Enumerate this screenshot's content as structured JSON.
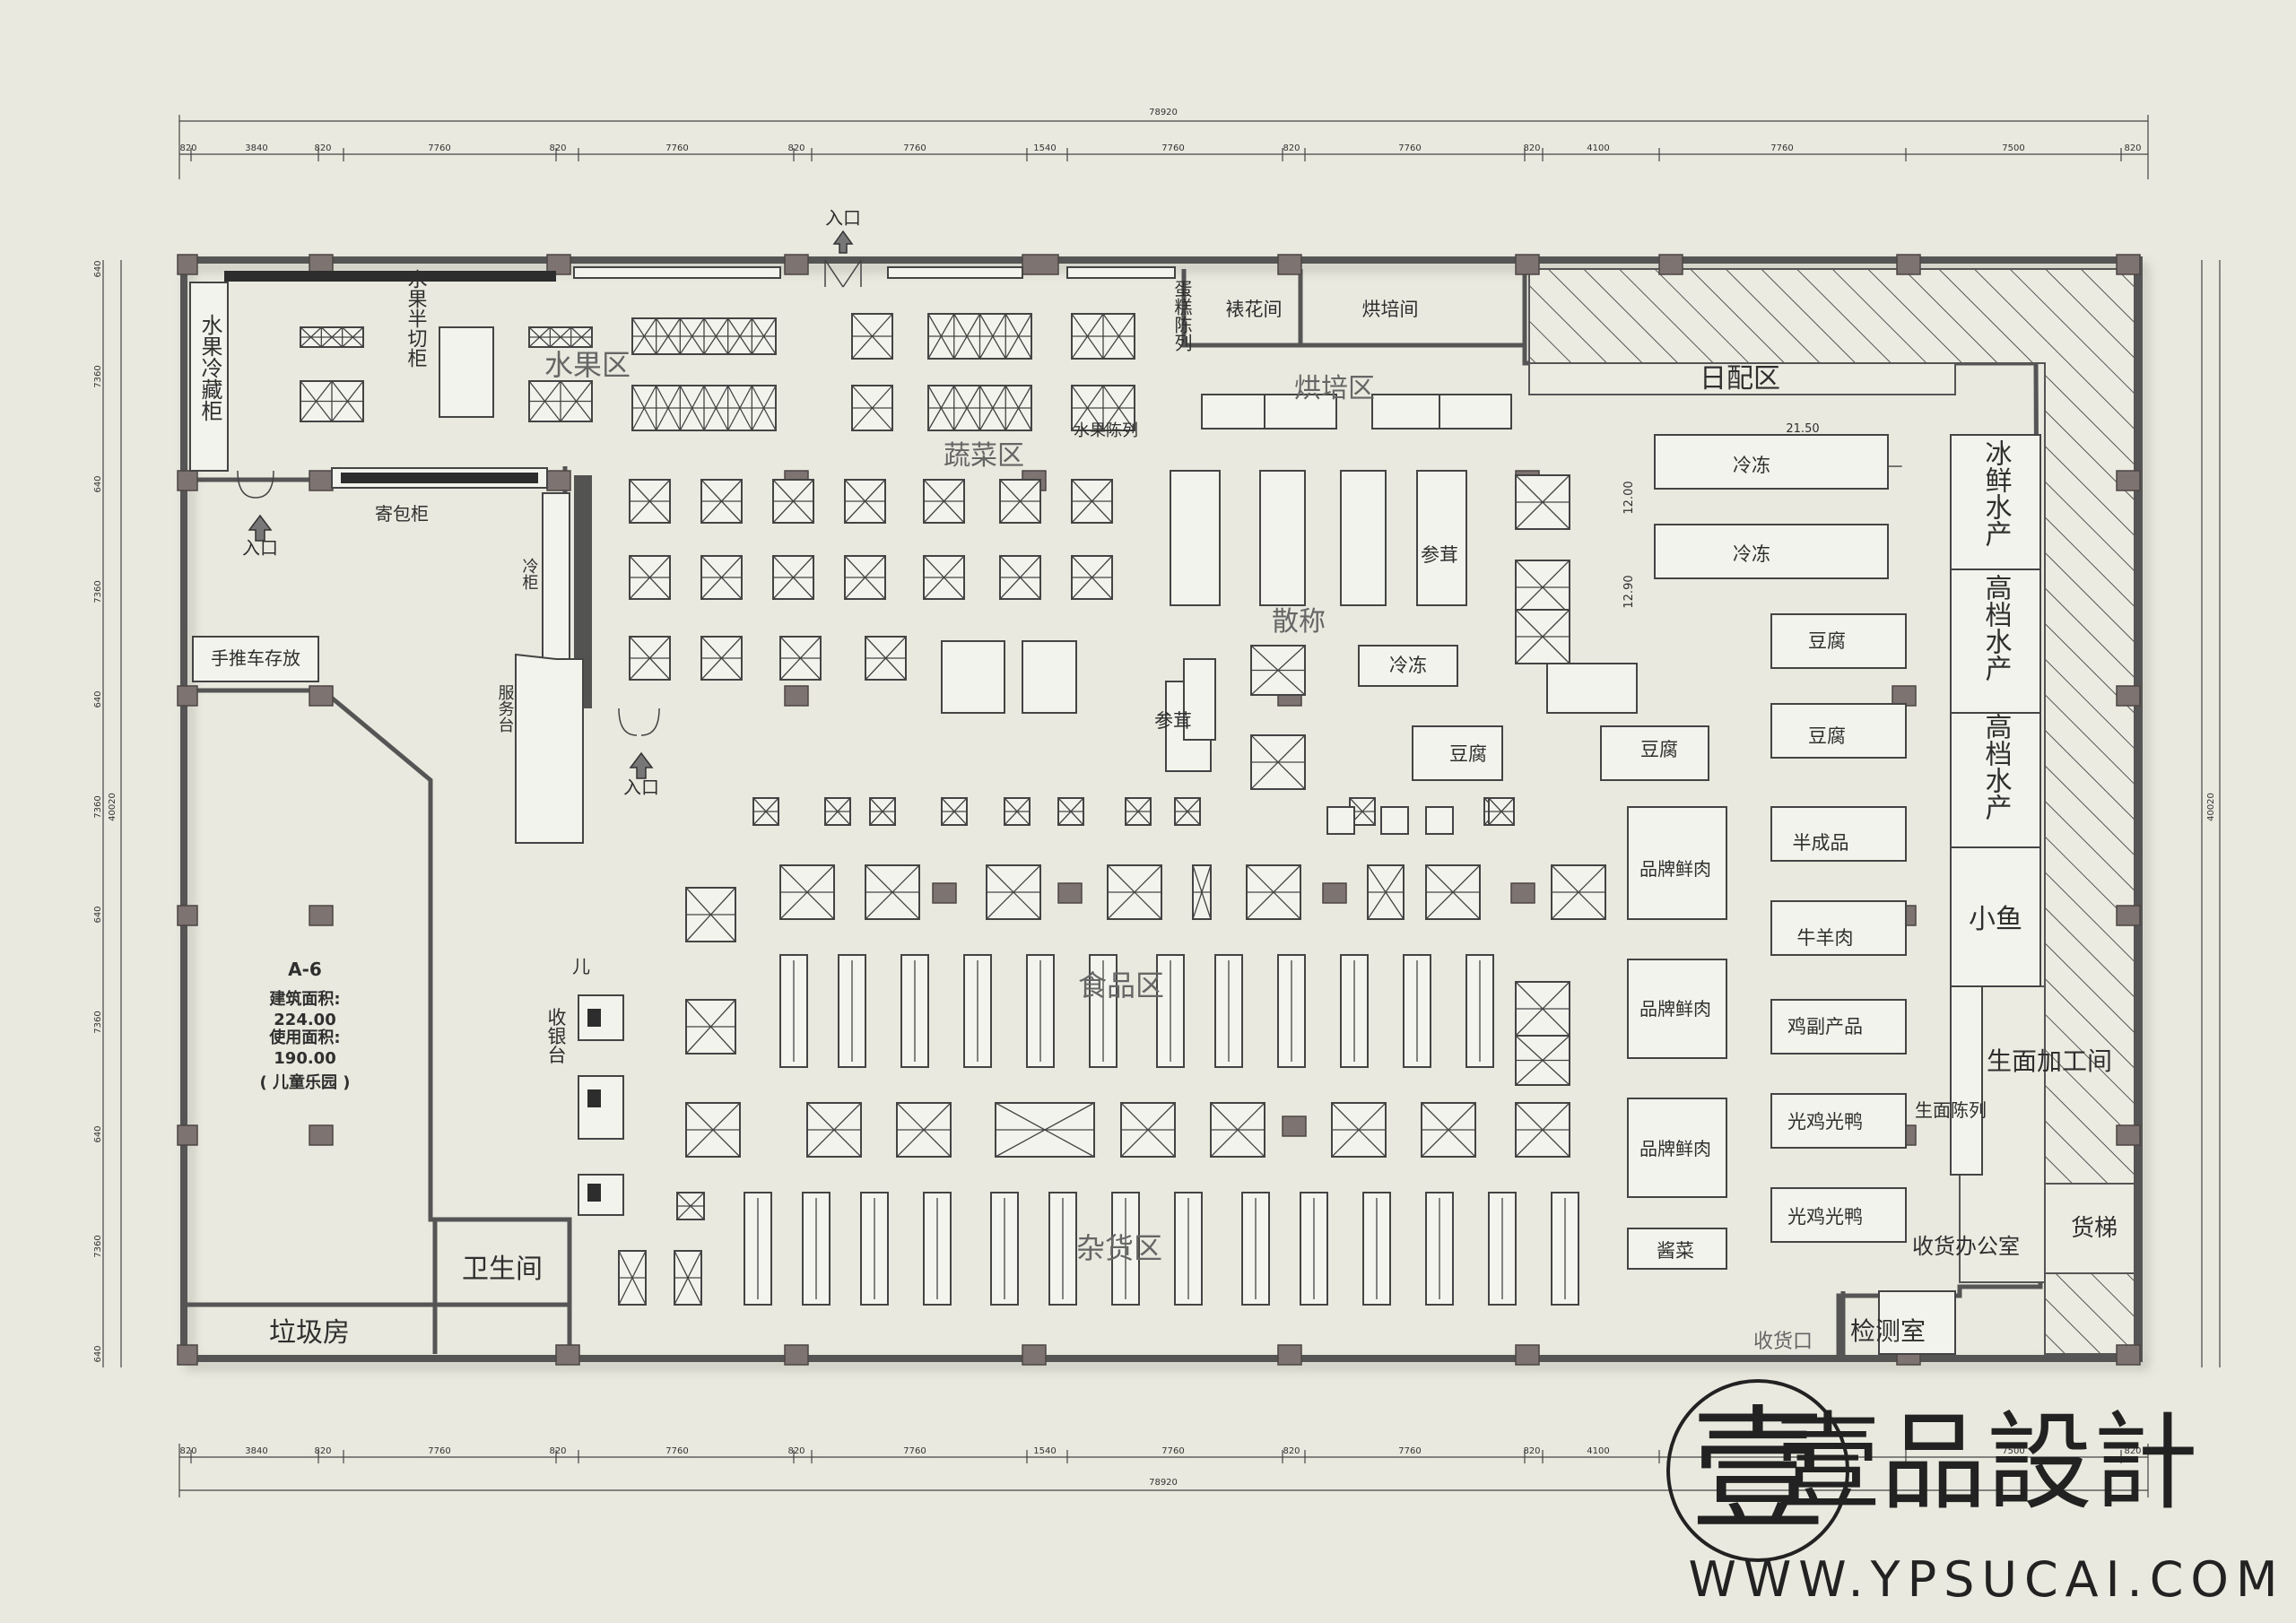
{
  "overall_dim": "78920",
  "dims_top": [
    "820",
    "3840",
    "820",
    "7760",
    "820",
    "7760",
    "820",
    "7760",
    "1540",
    "7760",
    "820",
    "7760",
    "820",
    "4100",
    "7760",
    "7500",
    "820"
  ],
  "dims_side": [
    "640",
    "7360",
    "640",
    "7360",
    "640",
    "7360",
    "640",
    "7360",
    "640",
    "7360",
    "640"
  ],
  "side_total": "40020",
  "areas": {
    "fruit_cold": "水果冷藏柜",
    "fruit_cut": "水果半切柜",
    "fruit_zone": "水果区",
    "veg_zone": "蔬菜区",
    "water_display": "水果陈列",
    "cake_display": "蛋糕陈列",
    "decor_room": "裱花间",
    "bake_room": "烘培间",
    "bake_zone": "烘培区",
    "daily_zone": "日配区",
    "locker": "寄包柜",
    "cold_cabinet": "冷柜",
    "cart_storage": "手推车存放",
    "service_desk": "服务台",
    "bulk": "散称",
    "frozen1": "冷冻",
    "frozen2": "冷冻",
    "frozen3": "冷冻",
    "shen1": "参茸",
    "shen2": "参茸",
    "tofu1": "豆腐",
    "tofu2": "豆腐",
    "tofu3": "豆腐",
    "tofu4": "豆腐",
    "semi": "半成品",
    "beef": "牛羊肉",
    "chicken": "鸡副产品",
    "duck1": "光鸡光鸭",
    "duck2": "光鸡光鸭",
    "brand1": "品牌鲜肉",
    "brand2": "品牌鲜肉",
    "brand3": "品牌鲜肉",
    "pickle": "酱菜",
    "ice_fresh": "冰鲜水产",
    "premium1": "高档水产",
    "premium2": "高档水产",
    "small_fish": "小鱼",
    "noodle_room": "生面加工间",
    "noodle_display": "生面陈列",
    "receiving_office": "收货办公室",
    "elevator": "货梯",
    "inspection": "检测室",
    "receiving_gate": "收货口",
    "food_zone": "食品区",
    "grocery_zone": "杂货区",
    "cashier": "收银台",
    "toilet": "卫生间",
    "garbage": "垃圾房",
    "entrance1": "入口",
    "entrance2": "入口",
    "entrance3": "入口",
    "kids_mark": "儿",
    "dim_a": "21.50",
    "dim_b": "12.00",
    "dim_c": "12.90"
  },
  "room_a6": {
    "id": "A-6",
    "label1": "建筑面积:",
    "area1": "224.00",
    "label2": "使用面积:",
    "area2": "190.00",
    "name": "( 儿童乐园 )"
  },
  "brand": {
    "name": "壹品設計",
    "url": "WWW.YPSUCAI.COM",
    "mark": "壹"
  }
}
